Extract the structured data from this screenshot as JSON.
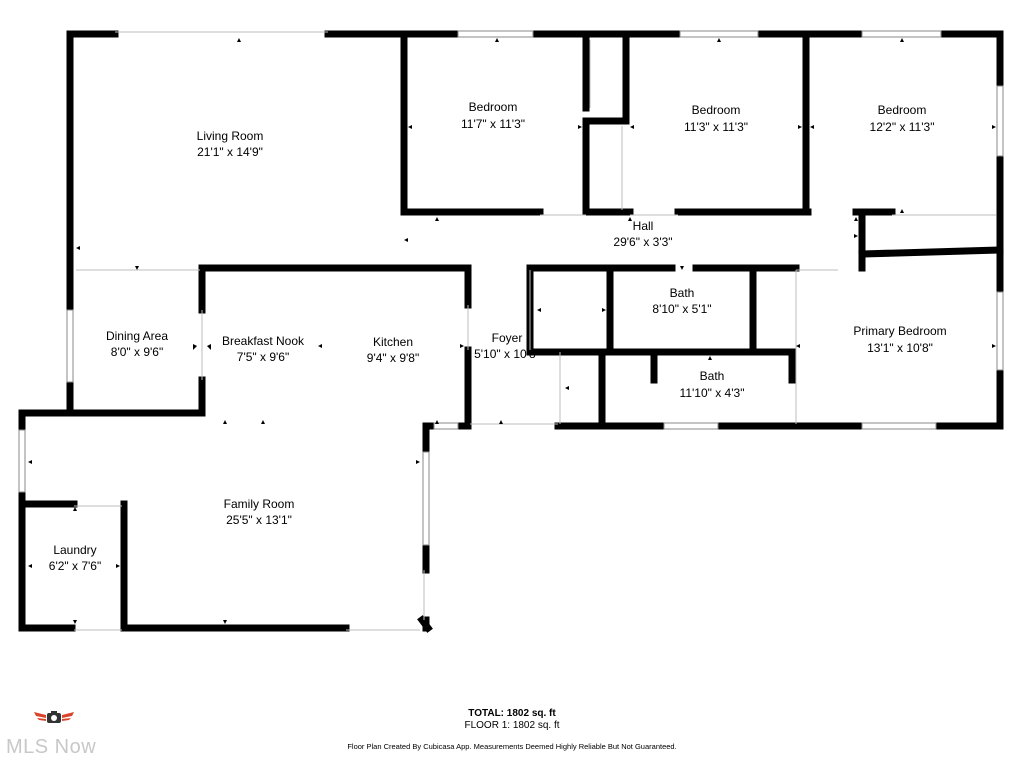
{
  "rooms": {
    "living_room": {
      "name": "Living Room",
      "dims": "21'1\" x 14'9\""
    },
    "bedroom_1": {
      "name": "Bedroom",
      "dims": "11'7\" x 11'3\""
    },
    "bedroom_2": {
      "name": "Bedroom",
      "dims": "11'3\" x 11'3\""
    },
    "bedroom_3": {
      "name": "Bedroom",
      "dims": "12'2\" x 11'3\""
    },
    "hall": {
      "name": "Hall",
      "dims": "29'6\" x 3'3\""
    },
    "dining_area": {
      "name": "Dining Area",
      "dims": "8'0\" x 9'6\""
    },
    "breakfast_nook": {
      "name": "Breakfast Nook",
      "dims": "7'5\" x 9'6\""
    },
    "kitchen": {
      "name": "Kitchen",
      "dims": "9'4\" x 9'8\""
    },
    "foyer": {
      "name": "Foyer",
      "dims": "5'10\" x 10'8\""
    },
    "bath_1": {
      "name": "Bath",
      "dims": "8'10\" x 5'1\""
    },
    "bath_2": {
      "name": "Bath",
      "dims": "11'10\" x 4'3\""
    },
    "primary_bedroom": {
      "name": "Primary Bedroom",
      "dims": "13'1\" x 10'8\""
    },
    "family_room": {
      "name": "Family Room",
      "dims": "25'5\" x 13'1\""
    },
    "laundry": {
      "name": "Laundry",
      "dims": "6'2\" x 7'6\""
    }
  },
  "footer": {
    "total": "TOTAL: 1802 sq. ft",
    "floor": "FLOOR 1: 1802 sq. ft",
    "note": "Floor Plan Created By Cubicasa App. Measurements Deemed Highly Reliable But Not Guaranteed.",
    "watermark": "MLS Now"
  },
  "colors": {
    "wall": "#000000",
    "window": "#9a9a9a",
    "logo_accent": "#d9442b"
  }
}
